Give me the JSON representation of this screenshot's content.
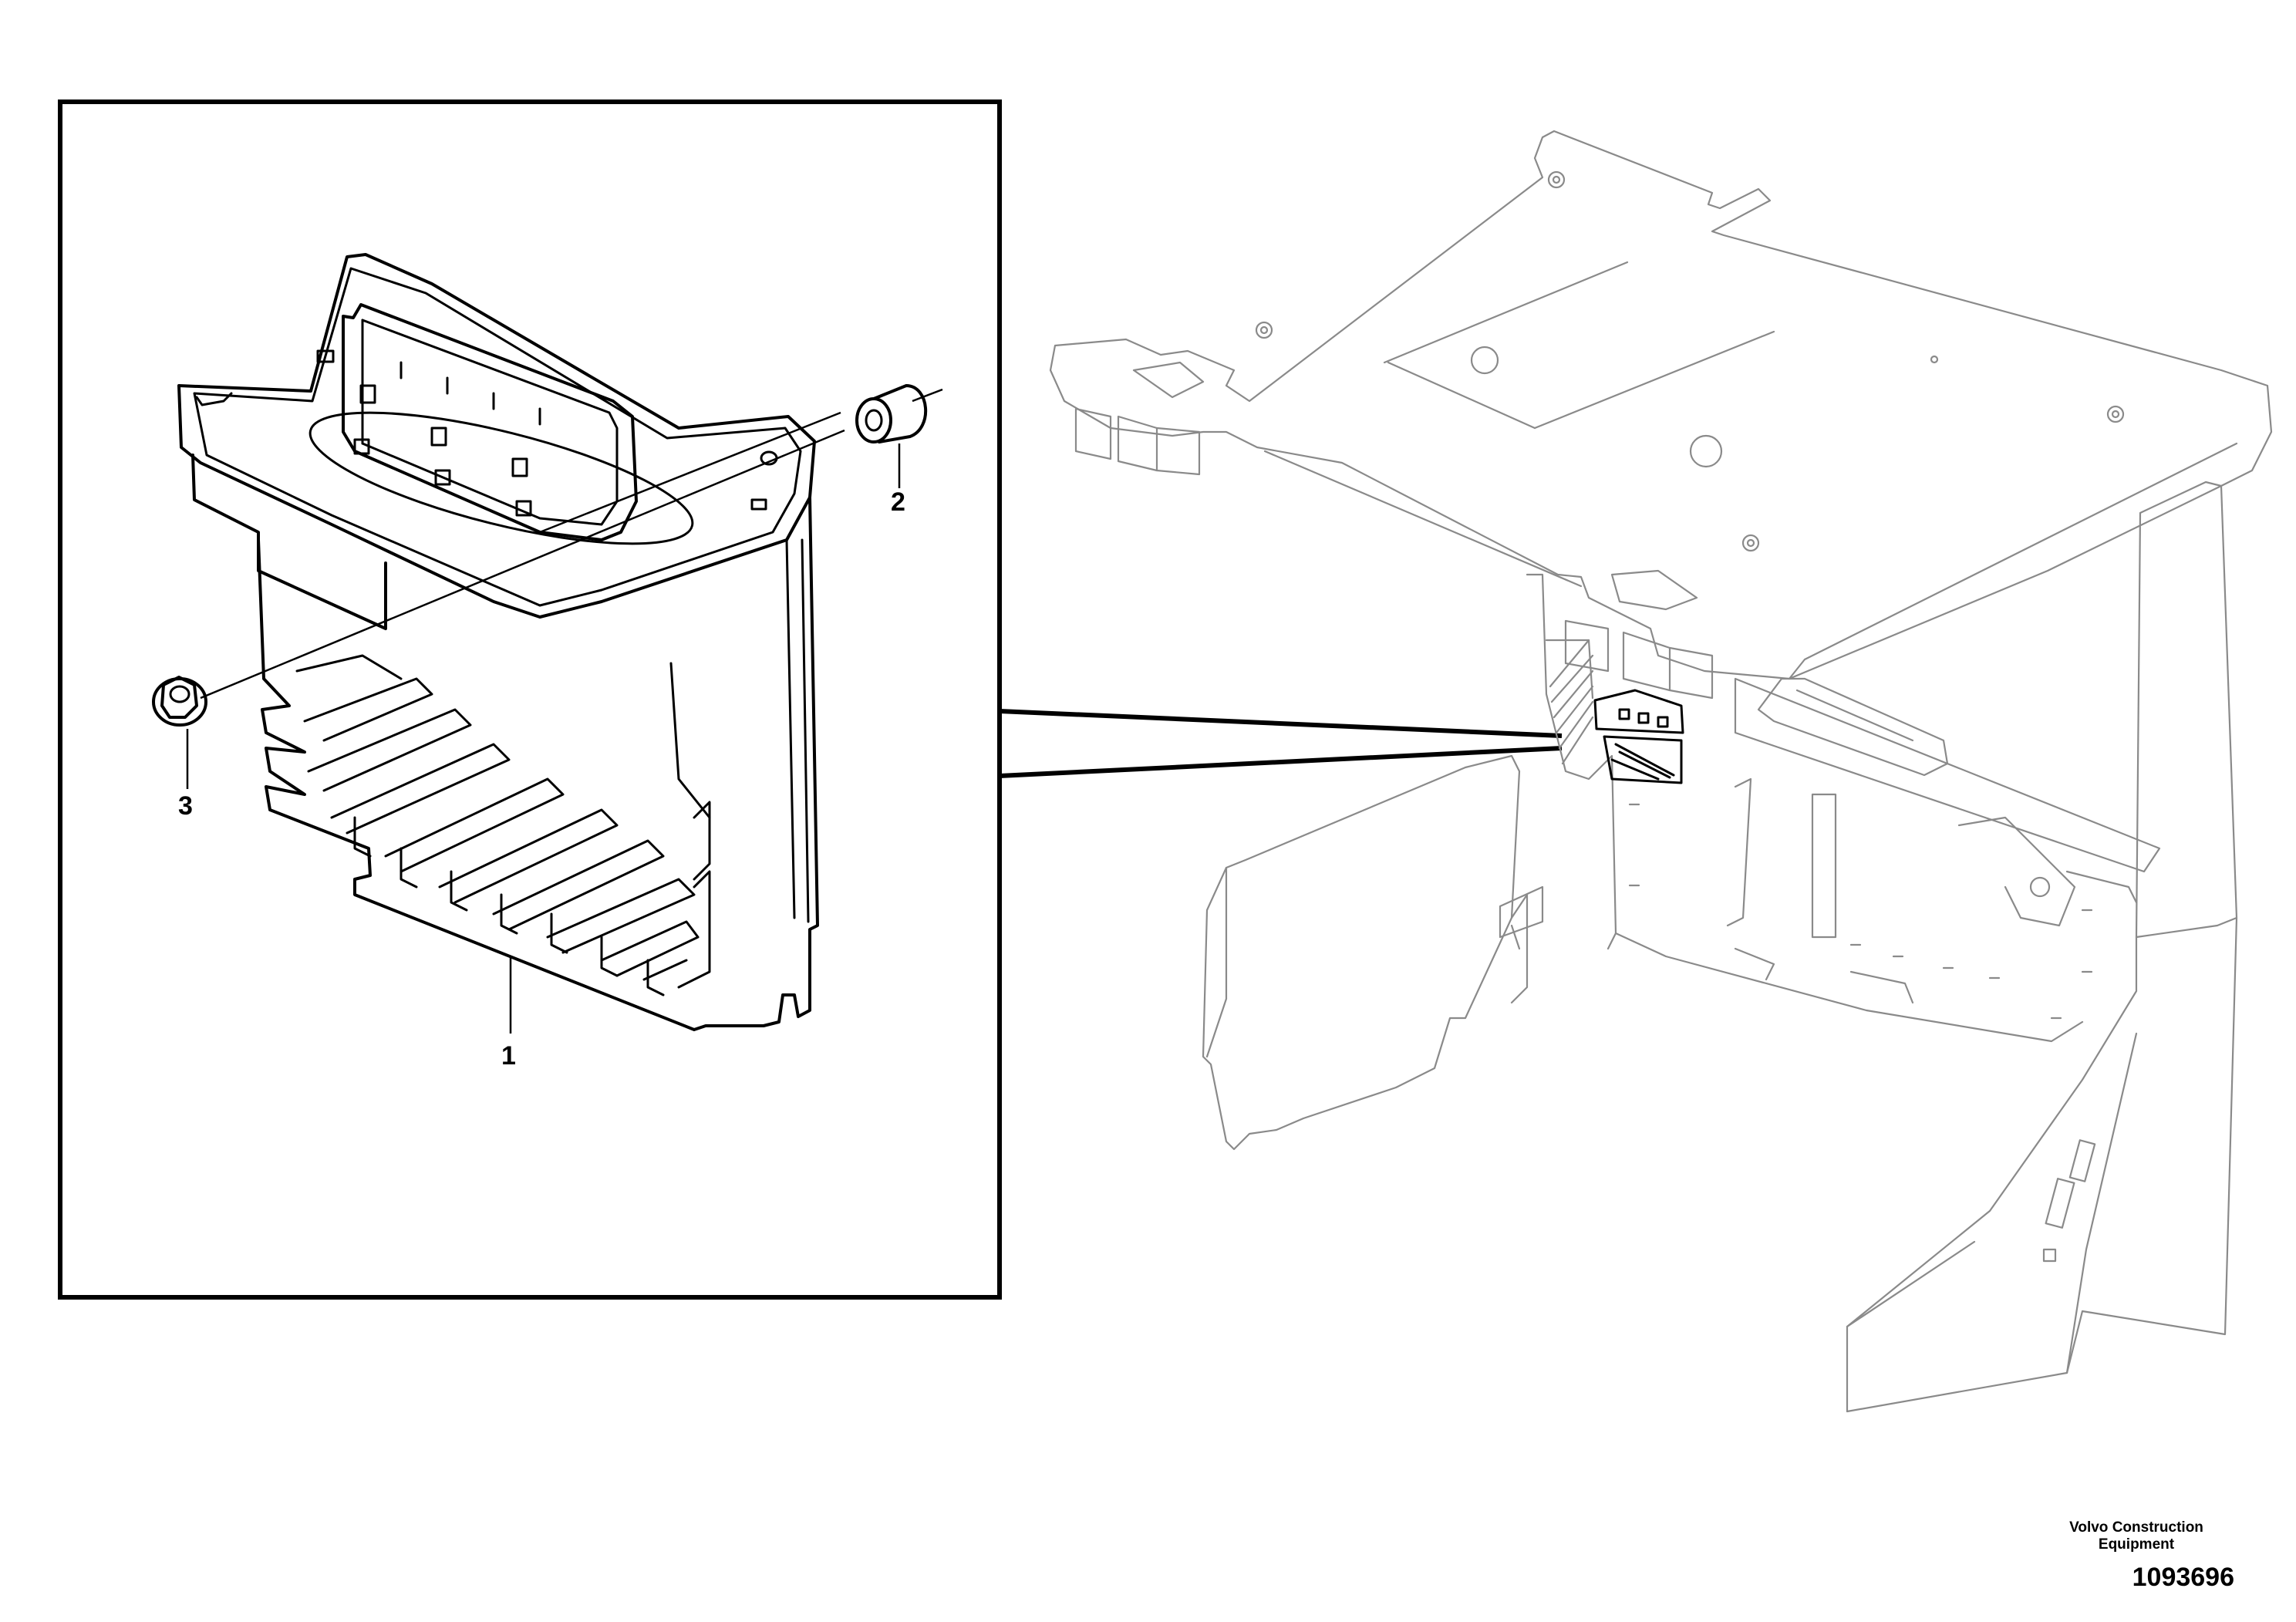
{
  "callouts": [
    {
      "id": "1",
      "label": "1"
    },
    {
      "id": "2",
      "label": "2"
    },
    {
      "id": "3",
      "label": "3"
    }
  ],
  "footer": {
    "brand_line1": "Volvo Construction",
    "brand_line2": "Equipment",
    "figure_number": "1093696"
  }
}
